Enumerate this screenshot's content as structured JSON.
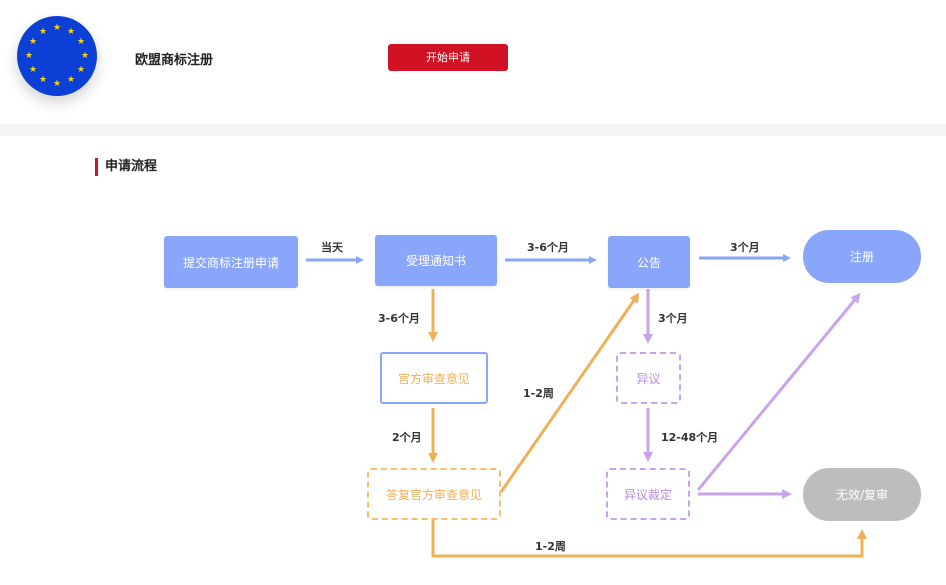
{
  "header": {
    "title": "欧盟商标注册",
    "apply_button": "开始申请",
    "flag_icon": "eu-flag-icon",
    "colors": {
      "flag_blue": "#0b3fd6",
      "star_yellow": "#f6d313",
      "brand_red": "#d11225"
    }
  },
  "section": {
    "title": "申请流程"
  },
  "flow": {
    "nodes": {
      "submit": "提交商标注册申请",
      "receipt": "受理通知书",
      "publication": "公告",
      "registration": "注册",
      "office_action": "官方审查意见",
      "oa_response": "答复官方审查意见",
      "opposition": "异议",
      "opposition_ruling": "异议裁定",
      "invalid_review": "无效/复审"
    },
    "durations": {
      "submit_to_receipt": "当天",
      "receipt_to_publication": "3-6个月",
      "publication_to_registration": "3个月",
      "receipt_to_office_action": "3-6个月",
      "office_action_to_response": "2个月",
      "response_to_publication": "1-2周",
      "publication_to_opposition": "3个月",
      "opposition_to_ruling": "12-48个月",
      "response_to_invalid_review": "1-2周"
    },
    "colors": {
      "blue": "#8aa6fb",
      "orange": "#f0b05a",
      "purple": "#c9a4ea",
      "gray": "#bdbdbd"
    }
  }
}
